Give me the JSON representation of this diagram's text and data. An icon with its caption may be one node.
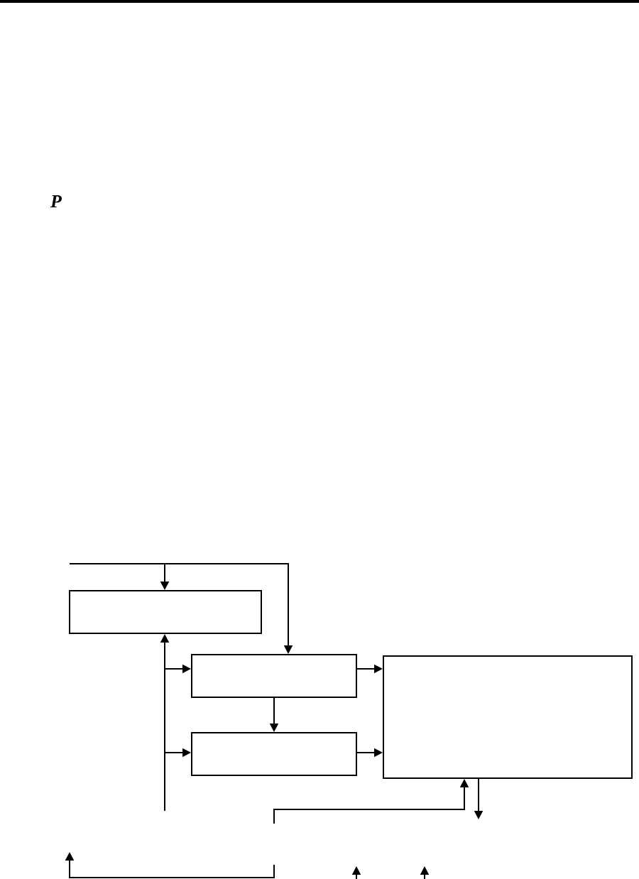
{
  "diagram": {
    "nodes": [
      {
        "text": [],
        "shape": "box"
      },
      {
        "text": [],
        "shape": "box"
      },
      {
        "text": [],
        "shape": "box"
      },
      {
        "text": [],
        "shape": "box"
      }
    ],
    "edges": [
      {
        "from": null,
        "to": 0,
        "arrow": "to"
      },
      {
        "from": null,
        "to": 1,
        "arrow": "to"
      },
      {
        "from": null,
        "to": 0,
        "arrow": "to"
      },
      {
        "from": null,
        "to": 1,
        "arrow": "to"
      },
      {
        "from": null,
        "to": 2,
        "arrow": "to"
      },
      {
        "from": 1,
        "to": 2,
        "arrow": "to"
      },
      {
        "from": 1,
        "to": 3,
        "arrow": "to"
      },
      {
        "from": 2,
        "to": 3,
        "arrow": "to"
      },
      {
        "from": null,
        "to": 3,
        "arrow": "to"
      },
      {
        "from": 3,
        "to": null,
        "arrow": "to"
      }
    ],
    "labels": [
      "P"
    ]
  }
}
